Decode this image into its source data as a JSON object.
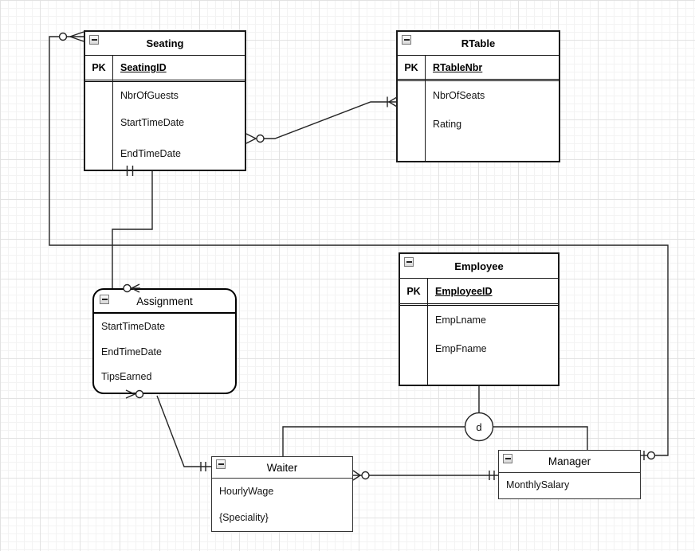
{
  "diagram": {
    "kind": "entity-relationship-diagram",
    "subtype_circle": {
      "label": "d"
    }
  },
  "colors": {
    "background": "#ffffff",
    "grid_minor": "#f3f3f3",
    "grid_major": "#e2e2e2",
    "line": "#242424",
    "entity_border": "#1a1a1a",
    "text": "#141414"
  },
  "entities": {
    "seating": {
      "title": "Seating",
      "pk_label": "PK",
      "pk": "SeatingID",
      "attributes": [
        "NbrOfGuests",
        "StartTimeDate",
        "EndTimeDate"
      ]
    },
    "rtable": {
      "title": "RTable",
      "pk_label": "PK",
      "pk": "RTableNbr",
      "attributes": [
        "NbrOfSeats",
        "Rating"
      ]
    },
    "employee": {
      "title": "Employee",
      "pk_label": "PK",
      "pk": "EmployeeID",
      "attributes": [
        "EmpLname",
        "EmpFname"
      ]
    },
    "assignment": {
      "title": "Assignment",
      "attributes": [
        "StartTimeDate",
        "EndTimeDate",
        "TipsEarned"
      ]
    },
    "waiter": {
      "title": "Waiter",
      "attributes": [
        "HourlyWage",
        "{Speciality}"
      ]
    },
    "manager": {
      "title": "Manager",
      "attributes": [
        "MonthlySalary"
      ]
    }
  },
  "relationships": [
    {
      "name": "seating-rtable",
      "from": "Seating",
      "to": "RTable",
      "from_marker": "crows-foot-circle (zero or many)",
      "to_marker": "bar-crows-foot (one or many)"
    },
    {
      "name": "manager-seating",
      "from": "Manager",
      "to": "Seating",
      "from_marker": "bar-circle (zero or one)",
      "to_marker": "circle-crows-foot (zero or many)"
    },
    {
      "name": "seating-assignment",
      "from": "Seating",
      "to": "Assignment",
      "from_marker": "double-bar (exactly one)",
      "to_marker": "circle-crows-foot (zero or many)"
    },
    {
      "name": "assignment-waiter",
      "from": "Assignment",
      "to": "Waiter",
      "from_marker": "crows-foot-circle (zero or many)",
      "to_marker": "double-bar (exactly one)"
    },
    {
      "name": "waiter-manager",
      "from": "Waiter",
      "to": "Manager",
      "from_marker": "crows-foot-circle (zero or many)",
      "to_marker": "double-bar (exactly one)"
    },
    {
      "name": "employee-subtypes",
      "from": "Employee",
      "to": "Waiter and Manager",
      "connector": "disjoint-subtype-circle",
      "label": "d"
    }
  ]
}
